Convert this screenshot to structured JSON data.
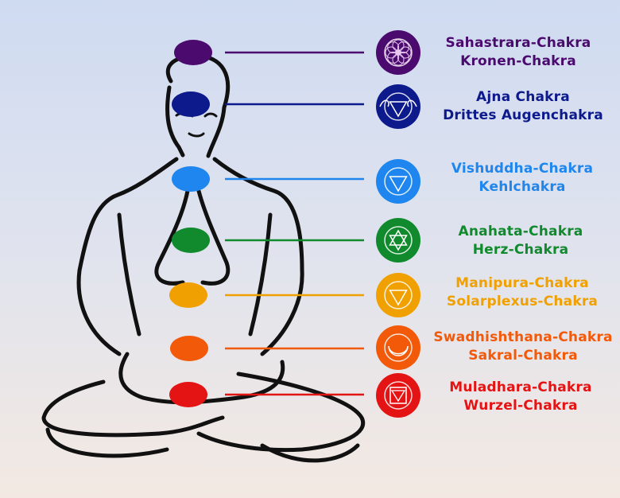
{
  "chakras": [
    {
      "name": "Sahastrara-Chakra",
      "german": "Kronen-Chakra",
      "color": "#4b0a6e",
      "icon": "lotus-icon"
    },
    {
      "name": "Ajna Chakra",
      "german": "Drittes Augenchakra",
      "color": "#0d1a8c",
      "icon": "third-eye-icon"
    },
    {
      "name": "Vishuddha-Chakra",
      "german": "Kehlchakra",
      "color": "#1e86ee",
      "icon": "throat-chakra-icon"
    },
    {
      "name": "Anahata-Chakra",
      "german": "Herz-Chakra",
      "color": "#108a2c",
      "icon": "hexagram-icon"
    },
    {
      "name": "Manipura-Chakra",
      "german": "Solarplexus-Chakra",
      "color": "#f0a000",
      "icon": "triangle-icon"
    },
    {
      "name": "Swadhishthana-Chakra",
      "german": "Sakral-Chakra",
      "color": "#f25a0a",
      "icon": "crescent-icon"
    },
    {
      "name": "Muladhara-Chakra",
      "german": "Wurzel-Chakra",
      "color": "#e41414",
      "icon": "square-lotus-icon"
    }
  ]
}
